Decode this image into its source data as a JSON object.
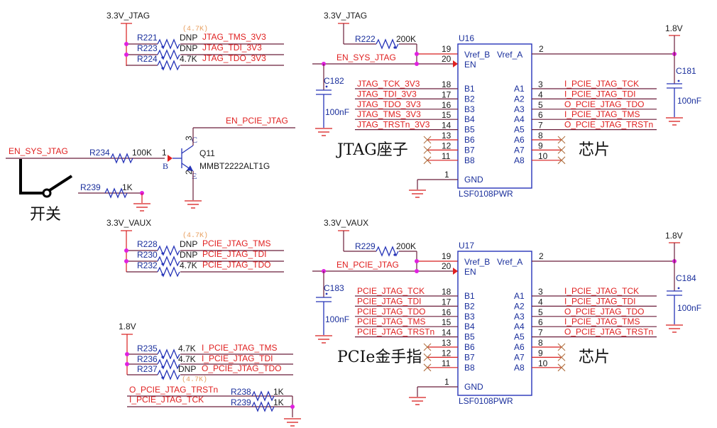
{
  "block1_pullups": {
    "rail": "3.3V_JTAG",
    "alt_value": "(4.7K)",
    "resistors": [
      {
        "ref": "R221",
        "value": "DNP",
        "net": "JTAG_TMS_3V3"
      },
      {
        "ref": "R223",
        "value": "DNP",
        "net": "JTAG_TDI_3V3"
      },
      {
        "ref": "R224",
        "value": "4.7K",
        "net": "JTAG_TDO_3V3"
      }
    ]
  },
  "switch_block": {
    "input_net": "EN_SYS_JTAG",
    "base_resistor": {
      "ref": "R234",
      "value": "100K"
    },
    "base_pin": "1",
    "base_label": "B",
    "collector_pin": "3",
    "collector_label": "C",
    "emitter_pin": "2",
    "emitter_label": "E",
    "transistor_ref": "Q11",
    "transistor_part": "MMBT2222ALT1G",
    "output_net": "EN_PCIE_JTAG",
    "pulldown": {
      "ref": "R239",
      "value": "1K"
    },
    "switch_label": "开关"
  },
  "block2_pullups": {
    "rail": "3.3V_VAUX",
    "alt_value": "(4.7K)",
    "resistors": [
      {
        "ref": "R228",
        "value": "DNP",
        "net": "PCIE_JTAG_TMS"
      },
      {
        "ref": "R230",
        "value": "DNP",
        "net": "PCIE_JTAG_TDI"
      },
      {
        "ref": "R232",
        "value": "4.7K",
        "net": "PCIE_JTAG_TDO"
      }
    ]
  },
  "block3_pullups": {
    "rail": "1.8V",
    "alt_value": "(4.7K)",
    "resistors": [
      {
        "ref": "R235",
        "value": "4.7K",
        "net": "I_PCIE_JTAG_TMS"
      },
      {
        "ref": "R236",
        "value": "4.7K",
        "net": "I_PCIE_JTAG_TDI"
      },
      {
        "ref": "R237",
        "value": "DNP",
        "net": "O_PCIE_JTAG_TDO"
      }
    ],
    "pulldowns": [
      {
        "ref": "R238",
        "value": "1K",
        "net": "O_PCIE_JTAG_TRSTn"
      },
      {
        "ref": "R239",
        "value": "1K",
        "net": "I_PCIE_JTAG_TCK"
      }
    ]
  },
  "u16": {
    "ref": "U16",
    "part": "LSF0108PWR",
    "rail_b": "3.3V_JTAG",
    "rail_a": "1.8V",
    "vref_resistor": {
      "ref": "R222",
      "value": "200K"
    },
    "en_net": "EN_SYS_JTAG",
    "cap_b": {
      "ref": "C182",
      "value": "100nF"
    },
    "cap_a": {
      "ref": "C181",
      "value": "100nF"
    },
    "pin_vref_b": "19",
    "pin_en": "20",
    "pin_vref_a": "2",
    "pin_gnd": "1",
    "label_vref_b": "Vref_B",
    "label_vref_a": "Vref_A",
    "label_en": "EN",
    "label_gnd": "GND",
    "b_side_label": "JTAG座子",
    "a_side_label": "芯片",
    "b_pins": [
      {
        "name": "B1",
        "pin": "18",
        "net": "JTAG_TCK_3V3"
      },
      {
        "name": "B2",
        "pin": "17",
        "net": "JTAG_TDI_3V3"
      },
      {
        "name": "B3",
        "pin": "16",
        "net": "JTAG_TDO_3V3"
      },
      {
        "name": "B4",
        "pin": "15",
        "net": "JTAG_TMS_3V3"
      },
      {
        "name": "B5",
        "pin": "14",
        "net": "JTAG_TRSTn_3V3"
      },
      {
        "name": "B6",
        "pin": "13",
        "net": ""
      },
      {
        "name": "B7",
        "pin": "12",
        "net": ""
      },
      {
        "name": "B8",
        "pin": "11",
        "net": ""
      }
    ],
    "a_pins": [
      {
        "name": "A1",
        "pin": "3",
        "net": "I_PCIE_JTAG_TCK"
      },
      {
        "name": "A2",
        "pin": "4",
        "net": "I_PCIE_JTAG_TDI"
      },
      {
        "name": "A3",
        "pin": "5",
        "net": "O_PCIE_JTAG_TDO"
      },
      {
        "name": "A4",
        "pin": "6",
        "net": "I_PCIE_JTAG_TMS"
      },
      {
        "name": "A5",
        "pin": "7",
        "net": "O_PCIE_JTAG_TRSTn"
      },
      {
        "name": "A6",
        "pin": "8",
        "net": ""
      },
      {
        "name": "A7",
        "pin": "9",
        "net": ""
      },
      {
        "name": "A8",
        "pin": "10",
        "net": ""
      }
    ]
  },
  "u17": {
    "ref": "U17",
    "part": "LSF0108PWR",
    "rail_b": "3.3V_VAUX",
    "rail_a": "1.8V",
    "vref_resistor": {
      "ref": "R229",
      "value": "200K"
    },
    "en_net": "EN_PCIE_JTAG",
    "cap_b": {
      "ref": "C183",
      "value": "100nF"
    },
    "cap_a": {
      "ref": "C184",
      "value": "100nF"
    },
    "pin_vref_b": "19",
    "pin_en": "20",
    "pin_vref_a": "2",
    "pin_gnd": "1",
    "label_vref_b": "Vref_B",
    "label_vref_a": "Vref_A",
    "label_en": "EN",
    "label_gnd": "GND",
    "b_side_label": "PCIe金手指",
    "a_side_label": "芯片",
    "b_pins": [
      {
        "name": "B1",
        "pin": "18",
        "net": "PCIE_JTAG_TCK"
      },
      {
        "name": "B2",
        "pin": "17",
        "net": "PCIE_JTAG_TDI"
      },
      {
        "name": "B3",
        "pin": "16",
        "net": "PCIE_JTAG_TDO"
      },
      {
        "name": "B4",
        "pin": "15",
        "net": "PCIE_JTAG_TMS"
      },
      {
        "name": "B5",
        "pin": "14",
        "net": "PCIE_JTAG_TRSTn"
      },
      {
        "name": "B6",
        "pin": "13",
        "net": ""
      },
      {
        "name": "B7",
        "pin": "12",
        "net": ""
      },
      {
        "name": "B8",
        "pin": "11",
        "net": ""
      }
    ],
    "a_pins": [
      {
        "name": "A1",
        "pin": "3",
        "net": "I_PCIE_JTAG_TCK"
      },
      {
        "name": "A2",
        "pin": "4",
        "net": "I_PCIE_JTAG_TDI"
      },
      {
        "name": "A3",
        "pin": "5",
        "net": "O_PCIE_JTAG_TDO"
      },
      {
        "name": "A4",
        "pin": "6",
        "net": "I_PCIE_JTAG_TMS"
      },
      {
        "name": "A5",
        "pin": "7",
        "net": "O_PCIE_JTAG_TRSTn"
      },
      {
        "name": "A6",
        "pin": "8",
        "net": ""
      },
      {
        "name": "A7",
        "pin": "9",
        "net": ""
      },
      {
        "name": "A8",
        "pin": "10",
        "net": ""
      }
    ]
  }
}
